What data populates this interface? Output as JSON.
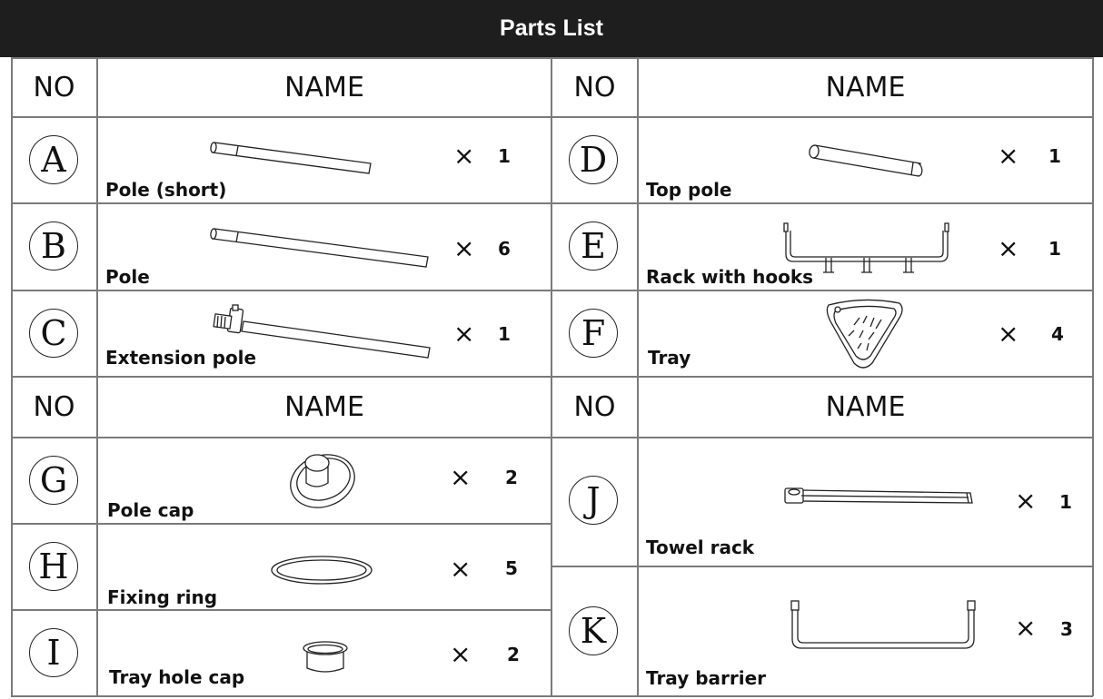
{
  "title": "Parts List",
  "headers": {
    "no": "NO",
    "name": "NAME"
  },
  "times_symbol": "×",
  "parts": [
    {
      "letter": "A",
      "name": "Pole (short)",
      "qty": "1",
      "icon": "short-pole-icon"
    },
    {
      "letter": "B",
      "name": "Pole",
      "qty": "6",
      "icon": "pole-icon"
    },
    {
      "letter": "C",
      "name": "Extension pole",
      "qty": "1",
      "icon": "extension-pole-icon"
    },
    {
      "letter": "D",
      "name": "Top pole",
      "qty": "1",
      "icon": "top-pole-icon"
    },
    {
      "letter": "E",
      "name": "Rack with hooks",
      "qty": "1",
      "icon": "rack-with-hooks-icon"
    },
    {
      "letter": "F",
      "name": "Tray",
      "qty": "4",
      "icon": "tray-icon"
    },
    {
      "letter": "G",
      "name": "Pole cap",
      "qty": "2",
      "icon": "pole-cap-icon"
    },
    {
      "letter": "H",
      "name": "Fixing ring",
      "qty": "5",
      "icon": "fixing-ring-icon"
    },
    {
      "letter": "I",
      "name": "Tray hole cap",
      "qty": "2",
      "icon": "tray-hole-cap-icon"
    },
    {
      "letter": "J",
      "name": "Towel rack",
      "qty": "1",
      "icon": "towel-rack-icon"
    },
    {
      "letter": "K",
      "name": "Tray barrier",
      "qty": "3",
      "icon": "tray-barrier-icon"
    }
  ]
}
